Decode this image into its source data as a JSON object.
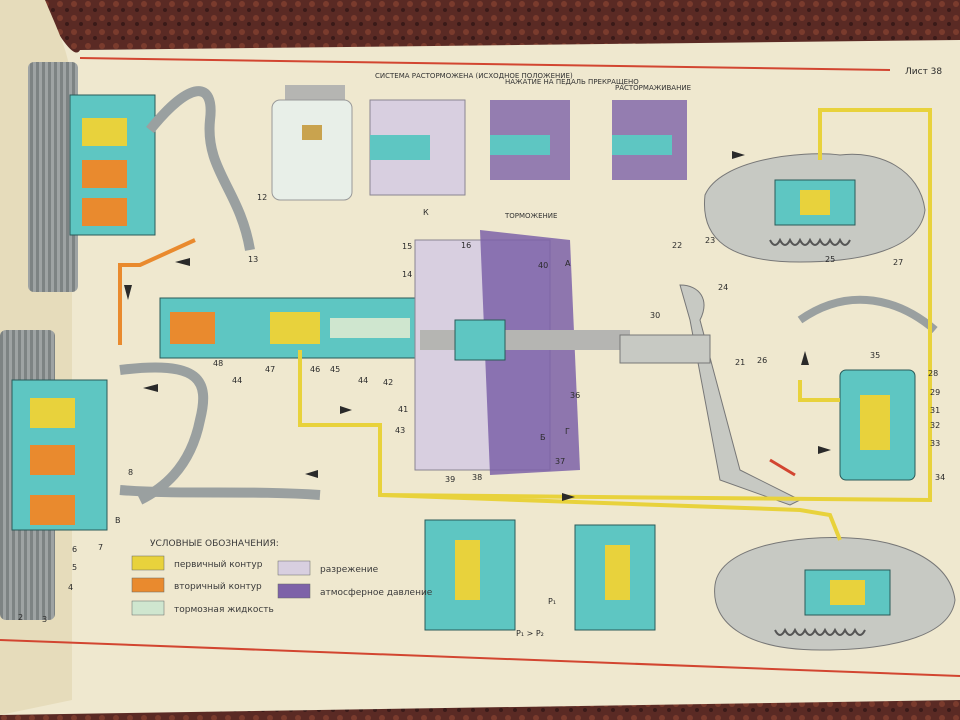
{
  "sheet": {
    "label": "Лист 38"
  },
  "top_captions": [
    "СИСТЕМА РАСТОРМОЖЕНА (ИСХОДНОЕ ПОЛОЖЕНИЕ)",
    "НАЖАТИЕ НА ПЕДАЛЬ ПРЕКРАЩЕНО",
    "РАСТОРМАЖИВАНИЕ"
  ],
  "mid_caption": "ТОРМОЖЕНИЕ",
  "legend": {
    "title": "УСЛОВНЫЕ ОБОЗНАЧЕНИЯ:",
    "items": [
      {
        "label": "первичный контур",
        "color": "#e8d23c"
      },
      {
        "label": "вторичный контур",
        "color": "#e98a2e"
      },
      {
        "label": "тормозная жидкость",
        "color": "#cfe6cf"
      },
      {
        "label": "разрежение",
        "color": "#d8cfe0"
      },
      {
        "label": "атмосферное давление",
        "color": "#7d62a8"
      }
    ]
  },
  "callouts": {
    "k": "К",
    "n44a": "44",
    "n44b": "44",
    "n41": "41",
    "n42": "42",
    "n43": "43",
    "n45": "45",
    "n46": "46",
    "n47": "47",
    "n48": "48",
    "n13": "13",
    "n12": "12",
    "n14": "14",
    "n15": "15",
    "n16": "16",
    "n21": "21",
    "n22": "22",
    "n23": "23",
    "n24": "24",
    "n25": "25",
    "n26": "26",
    "n27": "27",
    "n28": "28",
    "n29": "29",
    "n30": "30",
    "n31": "31",
    "n32": "32",
    "n33": "33",
    "n34": "34",
    "n35": "35",
    "n36": "36",
    "n37": "37",
    "n38": "38",
    "n39": "39",
    "n40": "40",
    "n2": "2",
    "n3": "3",
    "n4": "4",
    "n5": "5",
    "n6": "6",
    "n7": "7",
    "n8": "8",
    "b": "В",
    "g": "Г",
    "a": "А",
    "b2": "Б",
    "p1": "P₁",
    "p1gt": "P₁ > P₂"
  },
  "colors": {
    "paper": "#efe8cf",
    "cyan": "#5ec6c2",
    "yellow": "#e8d23c",
    "orange": "#e98a2e",
    "lilac": "#d8cfe0",
    "purple": "#7d62a8",
    "grey": "#b5b5b2",
    "red": "#d24530"
  }
}
